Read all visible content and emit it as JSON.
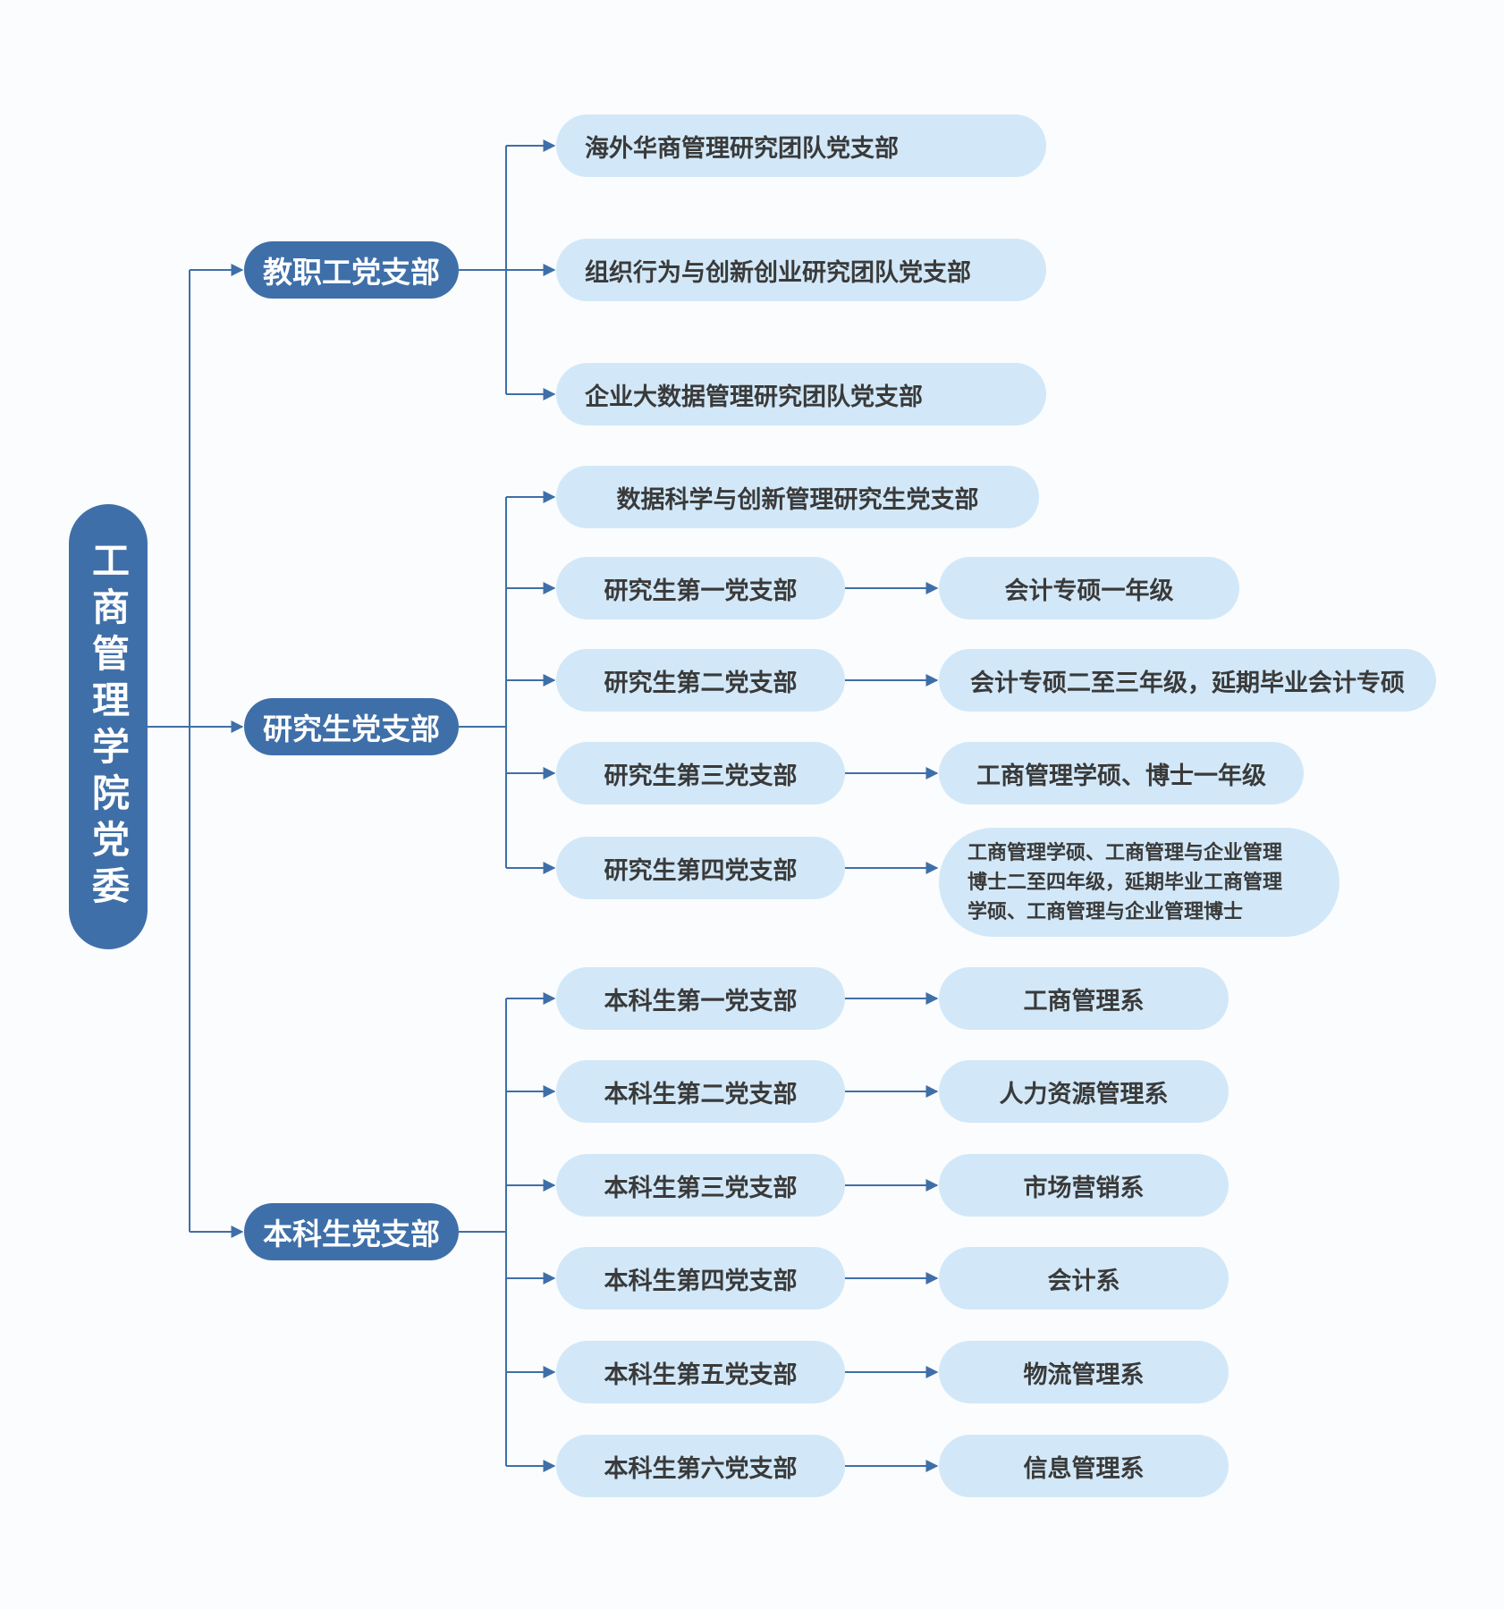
{
  "colors": {
    "root_fill": "#3f6fa8",
    "node_fill": "#d2e8f8",
    "line": "#3f6fa8",
    "text_dark": "#3a3a3a"
  },
  "root": {
    "label": "工商管理学院党委"
  },
  "branches": [
    {
      "label": "教职工党支部",
      "children": [
        {
          "label": "海外华商管理研究团队党支部"
        },
        {
          "label": "组织行为与创新创业研究团队党支部"
        },
        {
          "label": "企业大数据管理研究团队党支部"
        }
      ]
    },
    {
      "label": "研究生党支部",
      "children": [
        {
          "label": "数据科学与创新管理研究生党支部"
        },
        {
          "label": "研究生第一党支部",
          "leaf": "会计专硕一年级"
        },
        {
          "label": "研究生第二党支部",
          "leaf": "会计专硕二至三年级，延期毕业会计专硕"
        },
        {
          "label": "研究生第三党支部",
          "leaf": "工商管理学硕、博士一年级"
        },
        {
          "label": "研究生第四党支部",
          "leaf_lines": [
            "工商管理学硕、工商管理与企业管理",
            "博士二至四年级，延期毕业工商管理",
            "学硕、工商管理与企业管理博士"
          ]
        }
      ]
    },
    {
      "label": "本科生党支部",
      "children": [
        {
          "label": "本科生第一党支部",
          "leaf": "工商管理系"
        },
        {
          "label": "本科生第二党支部",
          "leaf": "人力资源管理系"
        },
        {
          "label": "本科生第三党支部",
          "leaf": "市场营销系"
        },
        {
          "label": "本科生第四党支部",
          "leaf": "会计系"
        },
        {
          "label": "本科生第五党支部",
          "leaf": "物流管理系"
        },
        {
          "label": "本科生第六党支部",
          "leaf": "信息管理系"
        }
      ]
    }
  ]
}
